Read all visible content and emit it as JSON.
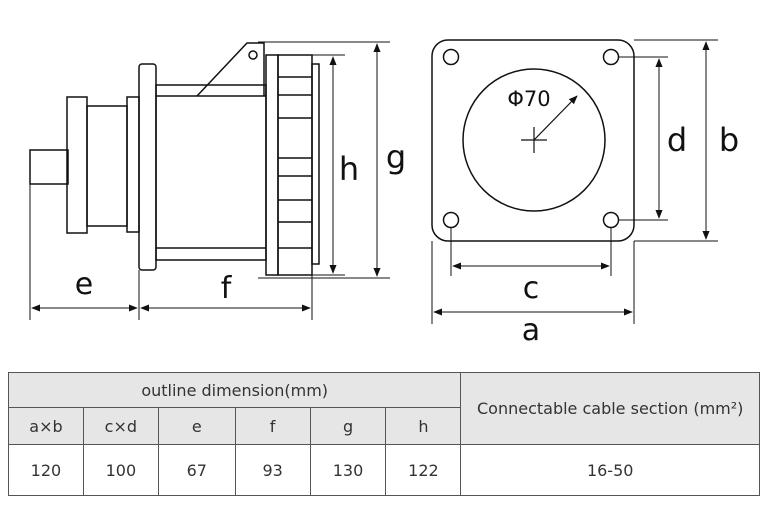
{
  "drawing": {
    "labels": {
      "e": "e",
      "f": "f",
      "g": "g",
      "h": "h",
      "phi": "Φ70",
      "a": "a",
      "b": "b",
      "c": "c",
      "d": "d"
    }
  },
  "table": {
    "group_header": "outline dimension(mm)",
    "cable_header": "Connectable cable section (mm²)",
    "columns": [
      "a×b",
      "c×d",
      "e",
      "f",
      "g",
      "h"
    ],
    "values": [
      "120",
      "100",
      "67",
      "93",
      "130",
      "122"
    ],
    "cable_value": "16-50"
  }
}
